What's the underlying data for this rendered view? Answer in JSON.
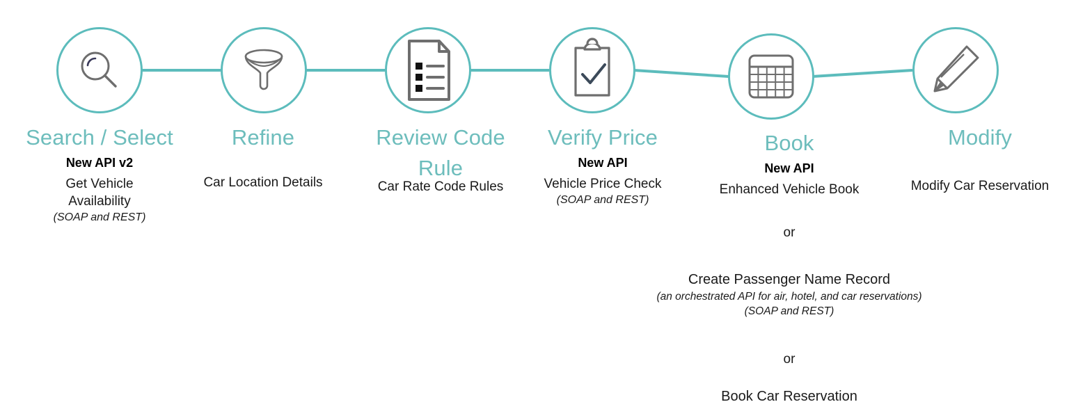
{
  "diagram": {
    "title_color": "#6dbdbc",
    "accent_color": "#5cbcbc",
    "icon_color": "#6e6e6e",
    "text_color": "#1a1a1a",
    "background_color": "#ffffff"
  },
  "steps": [
    {
      "id": "search-select",
      "icon": "magnifier-icon",
      "title": "Search / Select",
      "badge": "New API v2",
      "api": "Get Vehicle\nAvailability",
      "protocol": "(SOAP and REST)"
    },
    {
      "id": "refine",
      "icon": "funnel-icon",
      "title": "Refine",
      "badge": "",
      "api": "Car Location Details",
      "protocol": ""
    },
    {
      "id": "review-code-rule",
      "icon": "document-list-icon",
      "title": "Review Code\nRule",
      "badge": "",
      "api": "Car Rate Code Rules",
      "protocol": ""
    },
    {
      "id": "verify-price",
      "icon": "clipboard-check-icon",
      "title": "Verify Price",
      "badge": "New API",
      "api": "Vehicle Price Check",
      "protocol": "(SOAP and REST)"
    },
    {
      "id": "book",
      "icon": "calendar-icon",
      "title": "Book",
      "badge": "New API",
      "api": "Enhanced Vehicle Book",
      "protocol": ""
    },
    {
      "id": "modify",
      "icon": "pencil-icon",
      "title": "Modify",
      "badge": "",
      "api": "Modify Car Reservation",
      "protocol": ""
    }
  ],
  "book_alternatives": {
    "or_1": "or",
    "alt_1_name": "Create Passenger Name Record",
    "alt_1_note": "(an orchestrated API for air, hotel, and car reservations)",
    "alt_1_protocol": "(SOAP and REST)",
    "or_2": "or",
    "alt_2_name": "Book Car Reservation"
  }
}
